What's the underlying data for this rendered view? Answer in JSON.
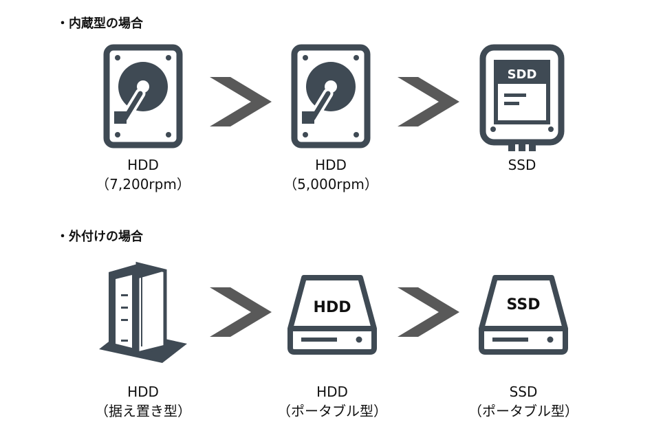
{
  "sections": [
    {
      "title": "・内蔵型の場合",
      "items": [
        {
          "name": "HDD",
          "sub": "（7,200rpm）"
        },
        {
          "name": "HDD",
          "sub": "（5,000rpm）"
        },
        {
          "name": "SSD",
          "sub": ""
        }
      ]
    },
    {
      "title": "・外付けの場合",
      "items": [
        {
          "name": "HDD",
          "sub": "（据え置き型）"
        },
        {
          "name": "HDD",
          "sub": "（ポータブル型）"
        },
        {
          "name": "SSD",
          "sub": "（ポータブル型）"
        }
      ]
    }
  ],
  "icon_text": {
    "internal_ssd": "SDD",
    "portable_hdd": "HDD",
    "portable_ssd": "SSD"
  },
  "colors": {
    "icon": "#3f4a54",
    "arrow": "#595959",
    "text": "#111111"
  },
  "icons": [
    "internal-hdd-icon",
    "internal-hdd-icon",
    "internal-ssd-icon",
    "desktop-hdd-icon",
    "portable-hdd-icon",
    "portable-ssd-icon",
    "chevron-right-icon"
  ]
}
